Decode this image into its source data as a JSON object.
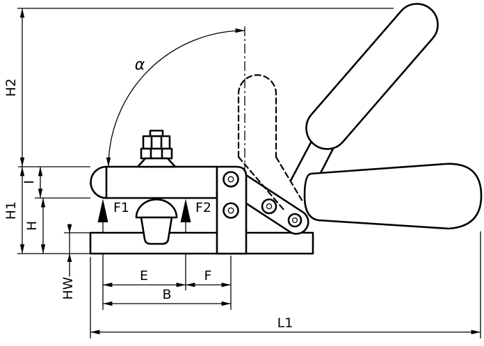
{
  "drawing": {
    "type": "technical-dimension-drawing",
    "subject": "Horizontal acting toggle clamp, side view with dimension annotations",
    "colors": {
      "line": "#000000",
      "background": "#ffffff"
    },
    "labels": {
      "h2": "H2",
      "i": "I",
      "h1": "H1",
      "h": "H",
      "hw": "HW",
      "alpha": "α",
      "f1": "F1",
      "f2": "F2",
      "e": "E",
      "f": "F",
      "b": "B",
      "l1": "L1"
    }
  }
}
